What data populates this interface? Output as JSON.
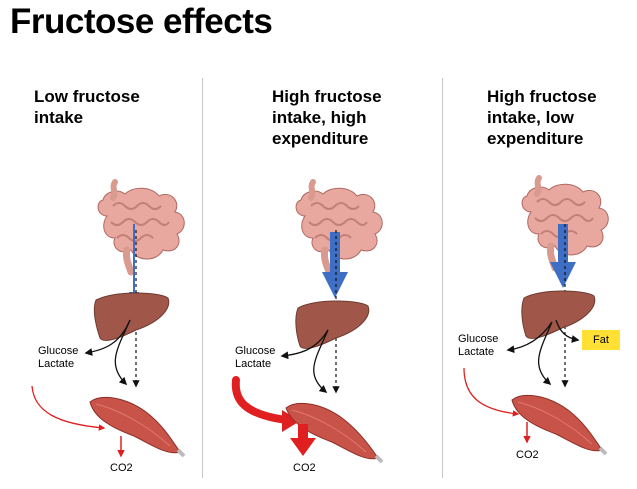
{
  "title": "Fructose effects",
  "panels": [
    {
      "label": "Low fructose\nintake",
      "outputs": "Glucose\nLactate",
      "co2": "CO2"
    },
    {
      "label": "High fructose\nintake, high\nexpenditure",
      "outputs": "Glucose\nLactate",
      "co2": "CO2"
    },
    {
      "label": "High fructose\nintake, low\nexpenditure",
      "outputs": "Glucose\nLactate",
      "co2": "CO2",
      "fat_label": "Fat"
    }
  ],
  "colors": {
    "intestine": "#e8a79f",
    "liver": "#a0574a",
    "muscle": "#c85348",
    "fructose_arrow": "#3e6fc4",
    "energy_arrow": "#e02020",
    "fat_box": "#ffe033"
  },
  "icons": [
    "intestine-icon",
    "liver-icon",
    "muscle-icon"
  ]
}
